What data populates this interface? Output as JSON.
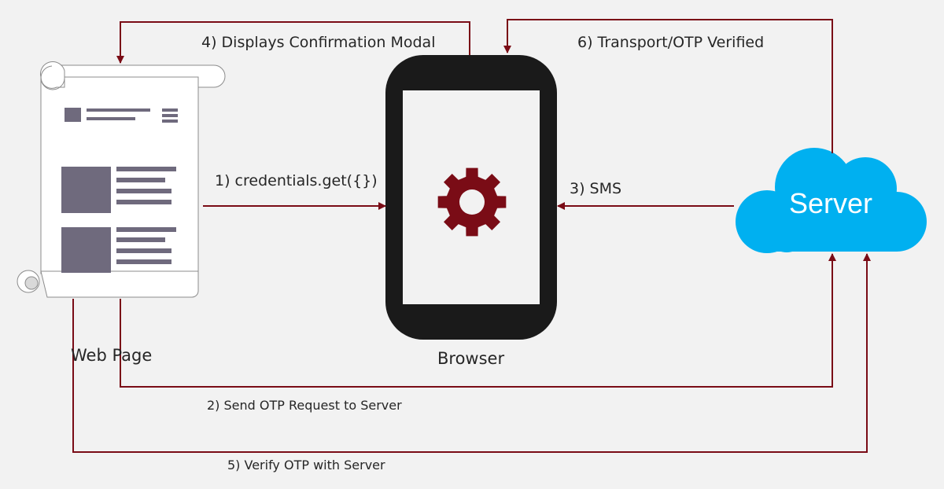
{
  "nodes": {
    "web_page": "Web Page",
    "browser": "Browser",
    "server": "Server"
  },
  "steps": {
    "s1": "1) credentials.get({})",
    "s2": "2) Send OTP Request to Server",
    "s3": "3) SMS",
    "s4": "4) Displays Confirmation Modal",
    "s5": "5) Verify OTP with Server",
    "s6": "6) Transport/OTP Verified"
  },
  "colors": {
    "background": "#f2f2f2",
    "arrow": "#7a0c16",
    "gear": "#7a0c16",
    "cloud": "#00b0f0",
    "phone": "#1a1a1a",
    "document_blocks": "#6f6a7d"
  },
  "icons": {
    "web_page": "scroll-document-icon",
    "browser": "phone-icon",
    "gear": "gear-icon",
    "server": "cloud-icon"
  }
}
